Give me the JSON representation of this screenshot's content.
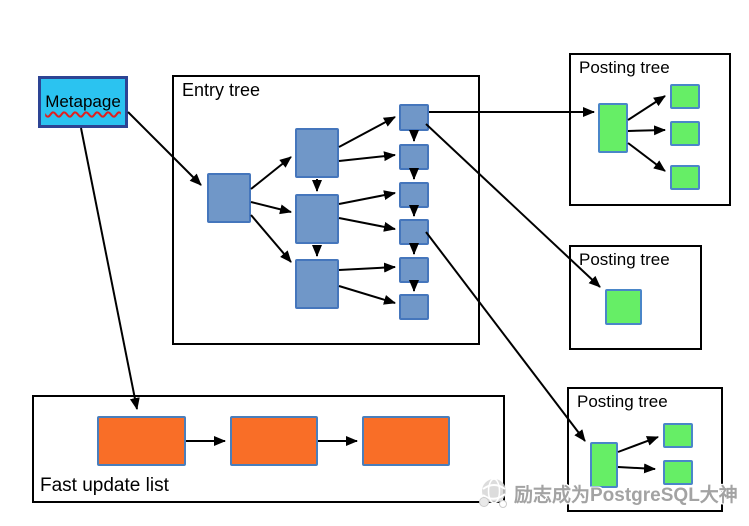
{
  "metapage": {
    "label": "Metapage"
  },
  "entry_tree": {
    "label": "Entry tree",
    "node_counts": {
      "root": 1,
      "internal": 3,
      "leaf": 6
    }
  },
  "posting_trees": [
    {
      "label": "Posting tree",
      "node_counts": {
        "root": 1,
        "leaf": 3
      }
    },
    {
      "label": "Posting tree",
      "node_counts": {
        "root": 1,
        "leaf": 0
      }
    },
    {
      "label": "Posting tree",
      "node_counts": {
        "root": 1,
        "leaf": 2
      }
    }
  ],
  "fast_update_list": {
    "label": "Fast update list",
    "node_counts": {
      "pages": 3
    }
  },
  "watermark": {
    "text": "励志成为PostgreSQL大神",
    "icon": "globe-icon"
  },
  "colors": {
    "background": "#ffffff",
    "container_border": "#000000",
    "arrow_color": "#000000",
    "metapage_fill": "#2bc3f0",
    "metapage_border": "#2d4494",
    "entry_node_fill": "#7097c8",
    "entry_node_border": "#4576bc",
    "posting_node_fill": "#66ee66",
    "posting_node_border": "#4a86c8",
    "ful_node_fill": "#f96e27",
    "ful_node_border": "#4a7ebb",
    "watermark_text": "#a3a3a3",
    "misspell_underline": "#e01f1f"
  }
}
